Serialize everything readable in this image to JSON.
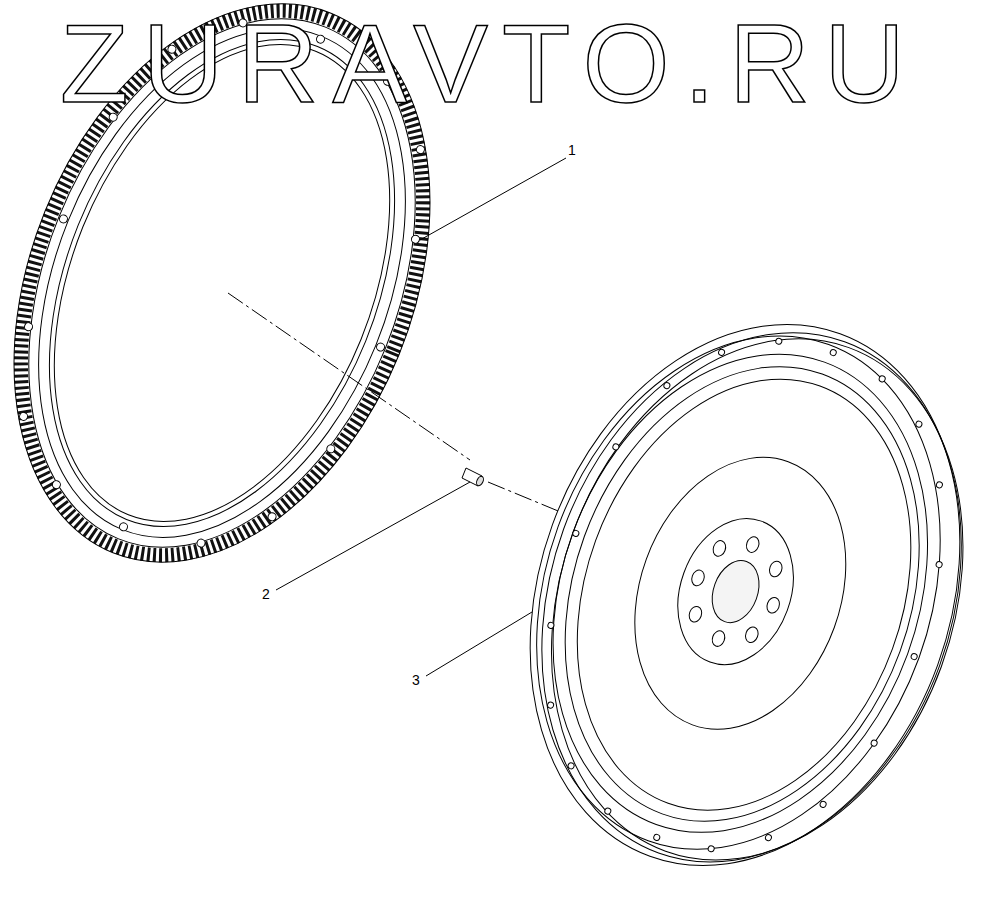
{
  "diagram": {
    "labels": [
      "ZURAVTO.RU",
      "1",
      "2",
      "3"
    ]
  }
}
